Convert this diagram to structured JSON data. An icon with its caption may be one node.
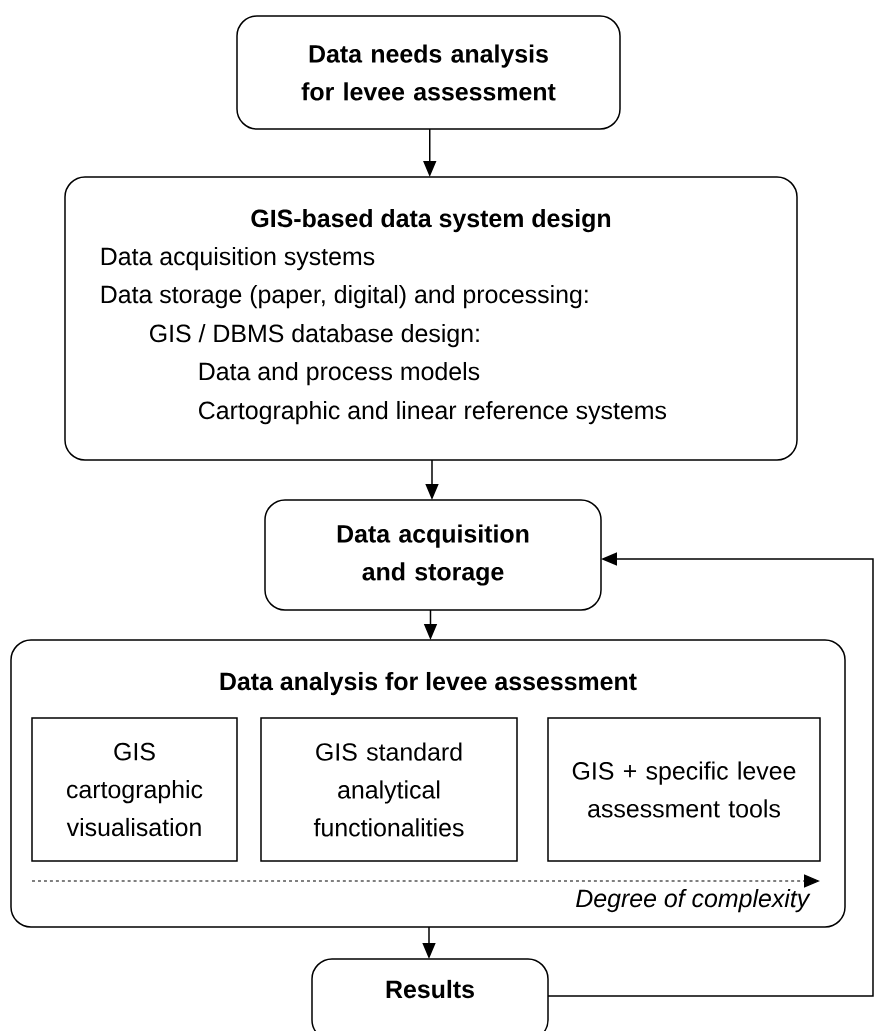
{
  "diagram": {
    "nodes": [
      {
        "text": [
          "Data needs analysis for levee assessment"
        ]
      },
      {
        "text": [
          "GIS-based data system design",
          "Data acquisition systems",
          "Data storage (paper, digital) and processing:",
          "GIS / DBMS database design:",
          "Data and process models",
          "Cartographic and linear reference systems"
        ]
      },
      {
        "text": [
          "Data acquisition and storage"
        ]
      },
      {
        "text": [
          "Data analysis for levee assessment"
        ]
      },
      {
        "text": [
          "GIS cartographic visualisation"
        ],
        "in": 3
      },
      {
        "text": [
          "GIS standard analytical functionalities"
        ],
        "in": 3
      },
      {
        "text": [
          "GIS + specific levee assessment tools"
        ],
        "in": 3
      },
      {
        "text": [
          "Results"
        ]
      }
    ],
    "edges": [
      {
        "from": 0,
        "to": 1,
        "arrow": "to"
      },
      {
        "from": 1,
        "to": 2,
        "arrow": "to"
      },
      {
        "from": 2,
        "to": 3,
        "arrow": "to"
      },
      {
        "from": 3,
        "to": 7,
        "arrow": "to"
      },
      {
        "from": 7,
        "to": 2,
        "arrow": "to"
      }
    ],
    "labels": [
      "Degree of complexity"
    ]
  }
}
